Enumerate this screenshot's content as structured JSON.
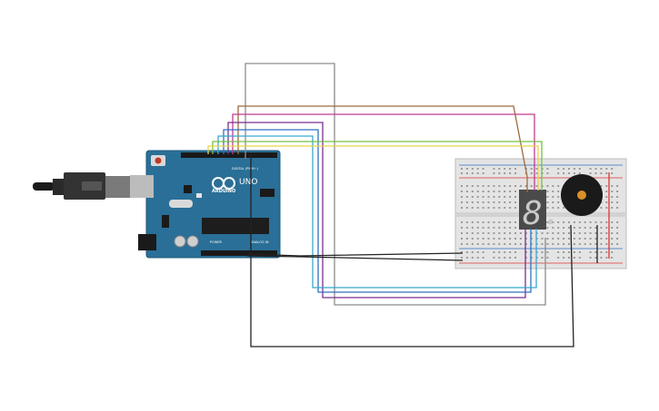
{
  "board": {
    "brand": "ARDUINO",
    "model": "UNO",
    "digital_label": "DIGITAL (PWM~)",
    "power_label": "POWER",
    "analog_label": "ANALOG IN",
    "color": "#2a6f97"
  },
  "display": {
    "digit": "8."
  },
  "colors": {
    "brown": "#9c6b3d",
    "pink": "#c43b8f",
    "purple": "#7b2f8f",
    "blue": "#2f72c4",
    "cyan": "#35a9d1",
    "green": "#74c043",
    "yellow": "#e6d54a",
    "gray": "#8c8c8c",
    "black": "#222222"
  }
}
